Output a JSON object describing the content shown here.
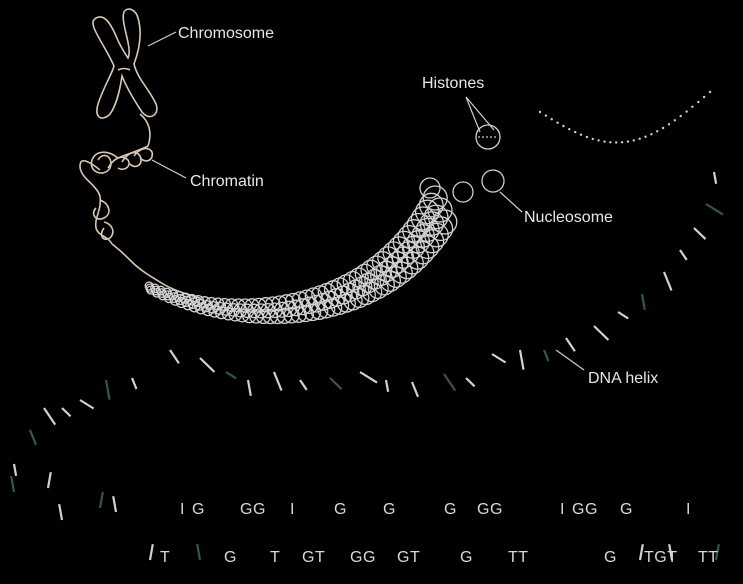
{
  "diagram": {
    "labels": {
      "chromosome": "Chromosome",
      "chromatin": "Chromatin",
      "histones": "Histones",
      "nucleosome": "Nucleosome",
      "dna_helix": "DNA helix"
    },
    "sequence_rows": [
      [
        "I",
        "G",
        "GG",
        "I",
        "G",
        "G",
        "G",
        "GG",
        "I",
        "GG",
        "G",
        "I"
      ],
      [
        "T",
        "G",
        "T",
        "GT",
        "GG",
        "GT",
        "G",
        "TT",
        "G",
        "TGT",
        "TT"
      ]
    ],
    "colors": {
      "background": "#000000",
      "outline": "#d8c8b0",
      "text": "#e6e6e6",
      "rung_light": "#d8d0c8",
      "rung_green": "#2f5a48"
    }
  }
}
